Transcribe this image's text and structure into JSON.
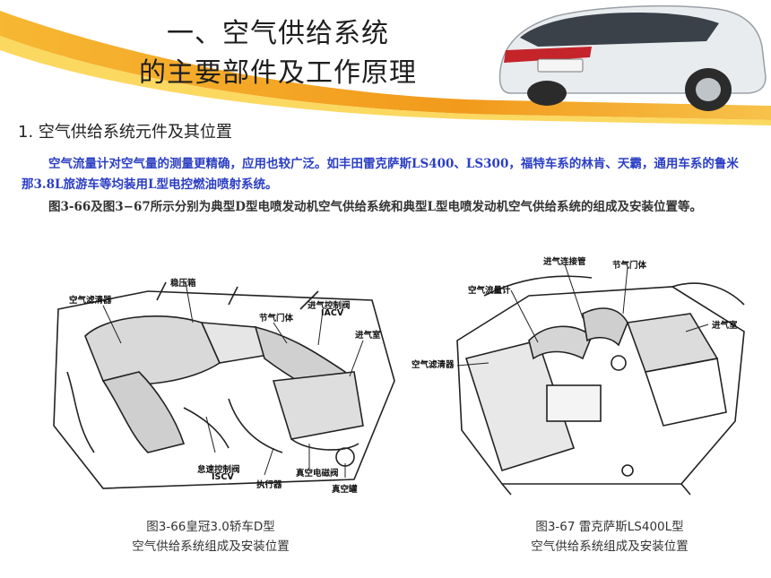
{
  "header": {
    "title_line1": "一、空气供给系统",
    "title_line2": "的主要部件及工作原理"
  },
  "section": {
    "heading": "1.  空气供给系统元件及其位置"
  },
  "paragraphs": {
    "p1": "空气流量计对空气量的测量更精确，应用也较广泛。如丰田雷克萨斯LS400、LS300，福特车系的林肯、天霸，通用车系的鲁米那3.8L旅游车等均装用L型电控燃油喷射系统。",
    "p2": "图3-66及图3−67所示分别为典型D型电喷发动机空气供给系统和典型L型电喷发动机空气供给系统的组成及安装位置等。"
  },
  "figure_left": {
    "labels": {
      "air_filter": "空气滤清器",
      "surge_tank": "稳压箱",
      "iacv": "进气控制阀",
      "iacv_en": "IACV",
      "throttle": "节气门体",
      "intake_chamber": "进气室",
      "iscv": "怠速控制阀",
      "iscv_en": "ISCV",
      "actuator": "执行器",
      "vsv": "真空电磁阀",
      "vacuum_tank": "真空罐"
    },
    "caption_line1": "图3-66皇冠3.0轿车D型",
    "caption_line2": "空气供给系统组成及安装位置"
  },
  "figure_right": {
    "labels": {
      "intake_pipe": "进气连接管",
      "throttle": "节气门体",
      "airflow_meter": "空气流量计",
      "intake_chamber": "进气室",
      "air_filter": "空气滤清器"
    },
    "caption_line1": "图3-67  雷克萨斯LS400L型",
    "caption_line2": "空气供给系统组成及安装位置"
  },
  "colors": {
    "banner_orange": "#f2a11e",
    "banner_yellow": "#fbd860",
    "highlight_text": "#2b3ec4"
  }
}
